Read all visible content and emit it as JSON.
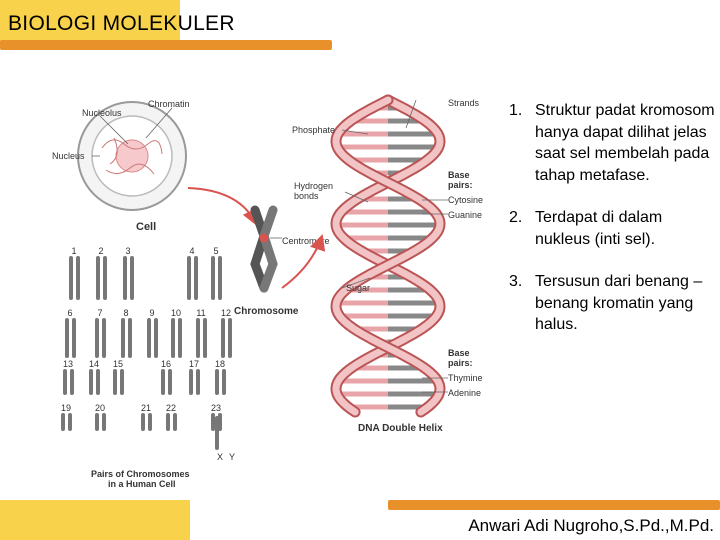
{
  "header": {
    "title": "BIOLOGI MOLEKULER"
  },
  "figure": {
    "labels": {
      "nucleolus": "Nucleolus",
      "chromatin": "Chromatin",
      "nucleus": "Nucleus",
      "cell": "Cell",
      "centromere": "Centromere",
      "chromosome": "Chromosome",
      "pairs_line1": "Pairs of Chromosomes",
      "pairs_line2": "in a Human Cell",
      "strands": "Strands",
      "phosphate": "Phosphate",
      "hydrogen_line1": "Hydrogen",
      "hydrogen_line2": "bonds",
      "base_pairs_top_line1": "Base",
      "base_pairs_top_line2": "pairs:",
      "cytosine": "Cytosine",
      "guanine": "Guanine",
      "sugar": "Sugar",
      "base_pairs_bottom_line1": "Base",
      "base_pairs_bottom_line2": "pairs:",
      "thymine": "Thymine",
      "adenine": "Adenine",
      "dna_double_helix": "DNA Double Helix"
    },
    "karyotype_numbers": [
      "1",
      "2",
      "3",
      "4",
      "5",
      "6",
      "7",
      "8",
      "9",
      "10",
      "11",
      "12",
      "13",
      "14",
      "15",
      "16",
      "17",
      "18",
      "19",
      "20",
      "21",
      "22",
      "23",
      "X",
      "Y"
    ]
  },
  "points": [
    {
      "num": "1.",
      "text": "Struktur padat kromosom hanya dapat dilihat jelas saat sel membelah pada tahap metafase."
    },
    {
      "num": "2.",
      "text": "Terdapat di dalam nukleus (inti sel)."
    },
    {
      "num": "3.",
      "text": "Tersusun dari benang – benang kromatin yang halus."
    }
  ],
  "footer": {
    "author": "Anwari Adi Nugroho,S.Pd.,M.Pd."
  },
  "colors": {
    "accent_yellow": "#f7d24a",
    "accent_orange": "#e8912a",
    "helix_pink": "#e8a4a8",
    "arrow_red": "#d9534f"
  }
}
